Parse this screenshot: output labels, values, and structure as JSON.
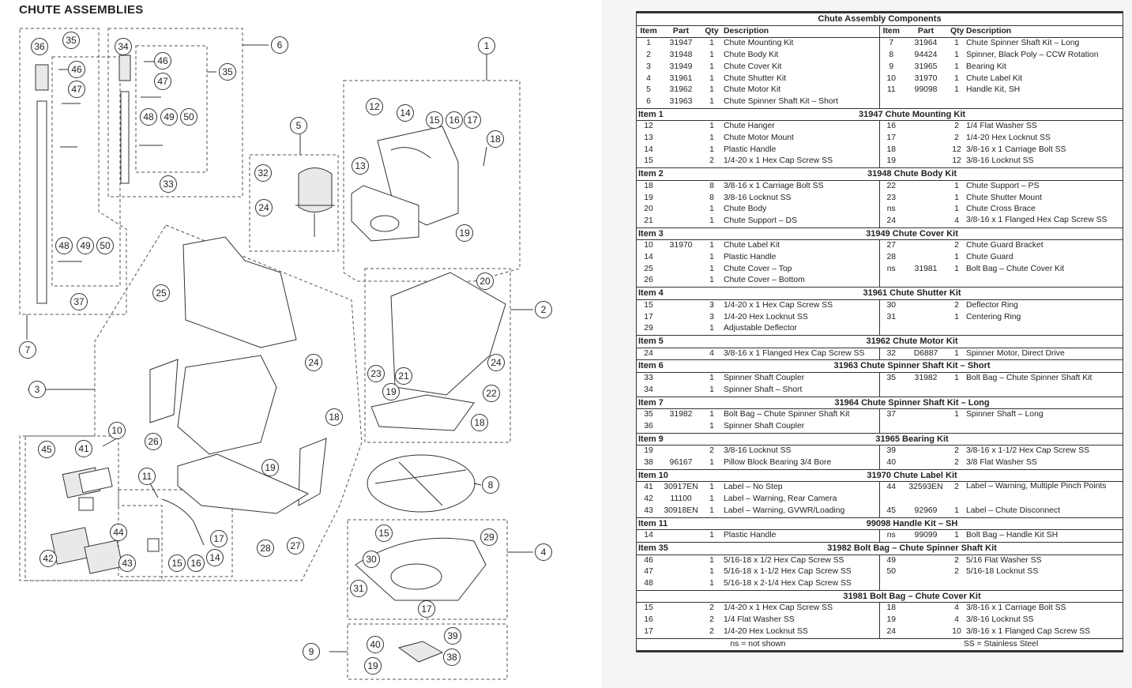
{
  "page_title": "CHUTE ASSEMBLIES",
  "diagram": {
    "callouts": [
      "1",
      "2",
      "3",
      "4",
      "5",
      "6",
      "7",
      "8",
      "9",
      "10",
      "11",
      "12",
      "13",
      "14",
      "15",
      "16",
      "17",
      "18",
      "19",
      "20",
      "21",
      "22",
      "23",
      "24",
      "25",
      "26",
      "27",
      "28",
      "29",
      "30",
      "31",
      "32",
      "33",
      "34",
      "35",
      "36",
      "37",
      "38",
      "39",
      "40",
      "41",
      "42",
      "43",
      "44",
      "45",
      "46",
      "47",
      "48",
      "49",
      "50"
    ]
  },
  "table": {
    "title": "Chute Assembly Components",
    "headers": [
      "Item",
      "Part",
      "Qty",
      "Description",
      "Item",
      "Part",
      "Qty",
      "Description"
    ],
    "components": [
      [
        "1",
        "31947",
        "1",
        "Chute Mounting Kit",
        "7",
        "31964",
        "1",
        "Chute Spinner Shaft Kit – Long"
      ],
      [
        "2",
        "31948",
        "1",
        "Chute Body Kit",
        "8",
        "94424",
        "1",
        "Spinner, Black Poly – CCW Rotation"
      ],
      [
        "3",
        "31949",
        "1",
        "Chute Cover Kit",
        "9",
        "31965",
        "1",
        "Bearing Kit"
      ],
      [
        "4",
        "31961",
        "1",
        "Chute Shutter Kit",
        "10",
        "31970",
        "1",
        "Chute Label Kit"
      ],
      [
        "5",
        "31962",
        "1",
        "Chute Motor Kit",
        "11",
        "99098",
        "1",
        "Handle Kit, SH"
      ],
      [
        "6",
        "31963",
        "1",
        "Chute Spinner Shaft Kit – Short",
        "",
        "",
        "",
        ""
      ]
    ],
    "sections": [
      {
        "item": "Item 1",
        "name": "31947  Chute Mounting Kit",
        "rows": [
          [
            "12",
            "",
            "1",
            "Chute Hanger",
            "16",
            "",
            "2",
            "1/4 Flat Washer SS"
          ],
          [
            "13",
            "",
            "1",
            "Chute Motor Mount",
            "17",
            "",
            "2",
            "1/4-20 Hex Locknut SS"
          ],
          [
            "14",
            "",
            "1",
            "Plastic Handle",
            "18",
            "",
            "12",
            "3/8-16 x 1 Carriage Bolt SS"
          ],
          [
            "15",
            "",
            "2",
            "1/4-20 x 1 Hex Cap Screw SS",
            "19",
            "",
            "12",
            "3/8-16 Locknut SS"
          ]
        ]
      },
      {
        "item": "Item 2",
        "name": "31948  Chute Body Kit",
        "rows": [
          [
            "18",
            "",
            "8",
            "3/8-16 x 1 Carriage Bolt SS",
            "22",
            "",
            "1",
            "Chute Support – PS"
          ],
          [
            "19",
            "",
            "8",
            "3/8-16 Locknut SS",
            "23",
            "",
            "1",
            "Chute Shutter Mount"
          ],
          [
            "20",
            "",
            "1",
            "Chute Body",
            "ns",
            "",
            "1",
            "Chute Cross Brace"
          ],
          [
            "21",
            "",
            "1",
            "Chute Support – DS",
            "24",
            "",
            "4",
            "3/8-16 x 1 Flanged Hex Cap Screw SS"
          ]
        ]
      },
      {
        "item": "Item 3",
        "name": "31949  Chute Cover Kit",
        "rows": [
          [
            "10",
            "31970",
            "1",
            "Chute Label Kit",
            "27",
            "",
            "2",
            "Chute Guard Bracket"
          ],
          [
            "14",
            "",
            "1",
            "Plastic Handle",
            "28",
            "",
            "1",
            "Chute Guard"
          ],
          [
            "25",
            "",
            "1",
            "Chute Cover – Top",
            "ns",
            "31981",
            "1",
            "Bolt Bag – Chute Cover Kit"
          ],
          [
            "26",
            "",
            "1",
            "Chute Cover – Bottom",
            "",
            "",
            "",
            ""
          ]
        ]
      },
      {
        "item": "Item 4",
        "name": "31961  Chute Shutter Kit",
        "rows": [
          [
            "15",
            "",
            "3",
            "1/4-20 x 1 Hex Cap Screw SS",
            "30",
            "",
            "2",
            "Deflector Ring"
          ],
          [
            "17",
            "",
            "3",
            "1/4-20 Hex Locknut SS",
            "31",
            "",
            "1",
            "Centering Ring"
          ],
          [
            "29",
            "",
            "1",
            "Adjustable Deflector",
            "",
            "",
            "",
            ""
          ]
        ]
      },
      {
        "item": "Item 5",
        "name": "31962  Chute Motor Kit",
        "rows": [
          [
            "24",
            "",
            "4",
            "3/8-16 x 1 Flanged Hex Cap Screw SS",
            "32",
            "D6887",
            "1",
            "Spinner Motor, Direct Drive"
          ]
        ]
      },
      {
        "item": "Item 6",
        "name": "31963  Chute Spinner Shaft Kit – Short",
        "rows": [
          [
            "33",
            "",
            "1",
            "Spinner Shaft Coupler",
            "35",
            "31982",
            "1",
            "Bolt Bag – Chute Spinner Shaft Kit"
          ],
          [
            "34",
            "",
            "1",
            "Spinner Shaft – Short",
            "",
            "",
            "",
            ""
          ]
        ]
      },
      {
        "item": "Item 7",
        "name": "31964  Chute Spinner Shaft Kit – Long",
        "rows": [
          [
            "35",
            "31982",
            "1",
            "Bolt Bag – Chute Spinner Shaft Kit",
            "37",
            "",
            "1",
            "Spinner Shaft – Long"
          ],
          [
            "36",
            "",
            "1",
            "Spinner Shaft Coupler",
            "",
            "",
            "",
            ""
          ]
        ]
      },
      {
        "item": "Item 9",
        "name": "31965  Bearing Kit",
        "rows": [
          [
            "19",
            "",
            "2",
            "3/8-16 Locknut SS",
            "39",
            "",
            "2",
            "3/8-16 x 1-1/2 Hex Cap Screw SS"
          ],
          [
            "38",
            "96167",
            "1",
            "Pillow Block Bearing 3/4 Bore",
            "40",
            "",
            "2",
            "3/8 Flat Washer SS"
          ]
        ]
      },
      {
        "item": "Item 10",
        "name": "31970  Chute Label Kit",
        "rows": [
          [
            "41",
            "30917EN",
            "1",
            "Label – No Step",
            "44",
            "32593EN",
            "2",
            "Label – Warning, Multiple Pinch Points"
          ],
          [
            "42",
            "11100",
            "1",
            "Label – Warning, Rear Camera",
            "",
            "",
            "",
            ""
          ],
          [
            "43",
            "30918EN",
            "1",
            "Label – Warning, GVWR/Loading",
            "45",
            "92969",
            "1",
            "Label – Chute Disconnect"
          ]
        ]
      },
      {
        "item": "Item 11",
        "name": "99098  Handle Kit – SH",
        "rows": [
          [
            "14",
            "",
            "1",
            "Plastic Handle",
            "ns",
            "99099",
            "1",
            "Bolt Bag – Handle Kit SH"
          ]
        ]
      },
      {
        "item": "Item 35",
        "name": "31982  Bolt Bag – Chute Spinner Shaft Kit",
        "rows": [
          [
            "46",
            "",
            "1",
            "5/16-18 x 1/2 Hex Cap Screw SS",
            "49",
            "",
            "2",
            "5/16 Flat Washer SS"
          ],
          [
            "47",
            "",
            "1",
            "5/16-18 x 1-1/2 Hex Cap Screw SS",
            "50",
            "",
            "2",
            "5/16-18 Locknut SS"
          ],
          [
            "48",
            "",
            "1",
            "5/16-18 x 2-1/4 Hex Cap Screw SS",
            "",
            "",
            "",
            ""
          ]
        ]
      },
      {
        "item": "",
        "name": "31981  Bolt Bag – Chute Cover Kit",
        "rows": [
          [
            "15",
            "",
            "2",
            "1/4-20 x 1 Hex Cap Screw SS",
            "18",
            "",
            "4",
            "3/8-16 x 1 Carriage Bolt SS"
          ],
          [
            "16",
            "",
            "2",
            "1/4 Flat Washer SS",
            "19",
            "",
            "4",
            "3/8-16 Locknut SS"
          ],
          [
            "17",
            "",
            "2",
            "1/4-20 Hex Locknut SS",
            "24",
            "",
            "10",
            "3/8-16 x 1 Flanged Cap Screw SS"
          ]
        ]
      }
    ],
    "footer_left": "ns = not shown",
    "footer_right": "SS = Stainless Steel"
  }
}
